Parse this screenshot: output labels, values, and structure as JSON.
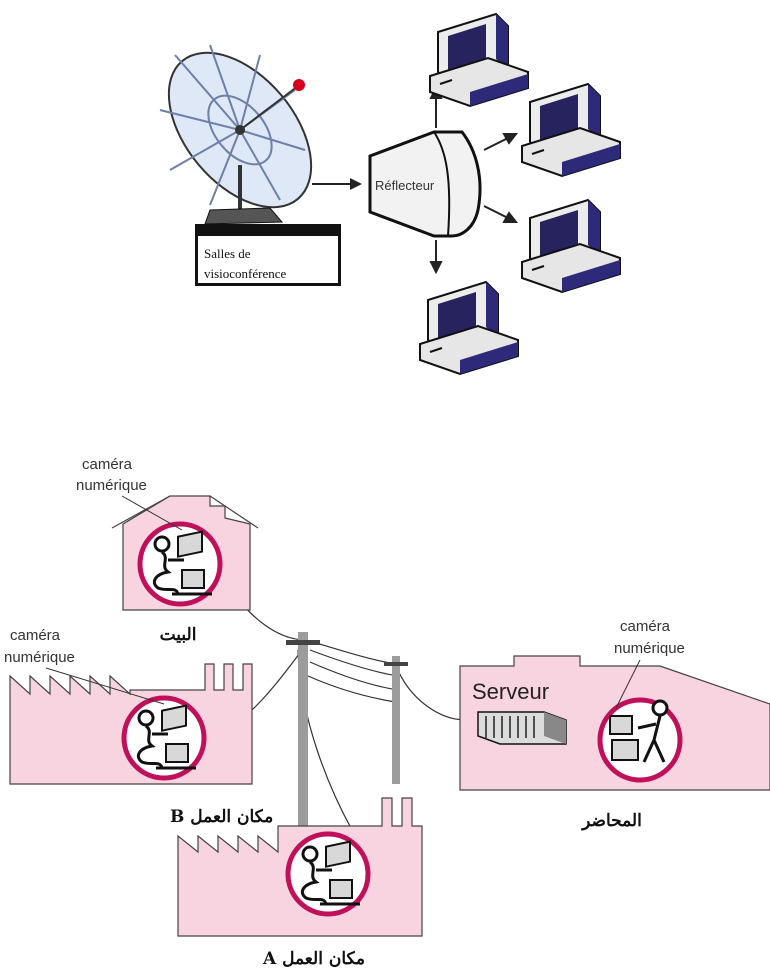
{
  "top_diagram": {
    "rooms_label_line1": "Salles de",
    "rooms_label_line2": "visioconférence",
    "reflector_label": "Réflecteur"
  },
  "bottom_diagram": {
    "camera_label_line1": "caméra",
    "camera_label_line2": "numérique",
    "home_label": "البيت",
    "workplace_b_label": "مكان العمل B",
    "workplace_a_label": "مكان العمل A",
    "lecturer_label": "المحاضر",
    "server_label": "Serveur"
  },
  "colors": {
    "building_fill": "#f8d3e0",
    "circle_stroke": "#c0105a",
    "monitor_blue": "#2d2a7a"
  }
}
